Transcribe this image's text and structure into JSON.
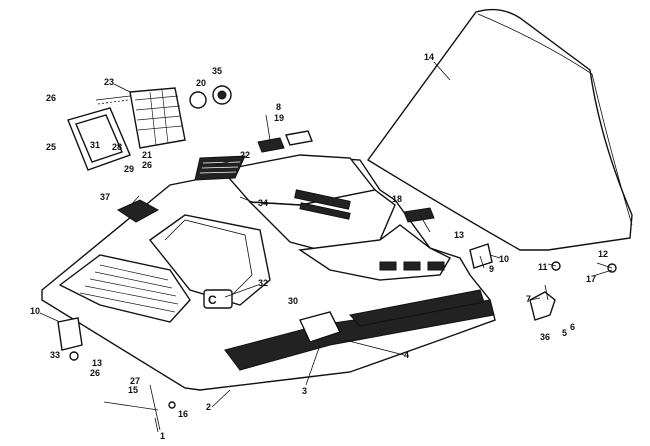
{
  "diagram": {
    "callouts": [
      {
        "id": "c1",
        "text": "1"
      },
      {
        "id": "c2",
        "text": "2"
      },
      {
        "id": "c3",
        "text": "3"
      },
      {
        "id": "c4",
        "text": "4"
      },
      {
        "id": "c5",
        "text": "5"
      },
      {
        "id": "c6",
        "text": "6"
      },
      {
        "id": "c7",
        "text": "7"
      },
      {
        "id": "c8",
        "text": "8"
      },
      {
        "id": "c9",
        "text": "9"
      },
      {
        "id": "c10a",
        "text": "10"
      },
      {
        "id": "c10b",
        "text": "10"
      },
      {
        "id": "c11",
        "text": "11"
      },
      {
        "id": "c12",
        "text": "12"
      },
      {
        "id": "c13a",
        "text": "13"
      },
      {
        "id": "c13b",
        "text": "13"
      },
      {
        "id": "c14",
        "text": "14"
      },
      {
        "id": "c15",
        "text": "15"
      },
      {
        "id": "c16",
        "text": "16"
      },
      {
        "id": "c17",
        "text": "17"
      },
      {
        "id": "c18",
        "text": "18"
      },
      {
        "id": "c19",
        "text": "19"
      },
      {
        "id": "c20",
        "text": "20"
      },
      {
        "id": "c21",
        "text": "21"
      },
      {
        "id": "c22",
        "text": "22"
      },
      {
        "id": "c23",
        "text": "23"
      },
      {
        "id": "c25",
        "text": "25"
      },
      {
        "id": "c26a",
        "text": "26"
      },
      {
        "id": "c26b",
        "text": "26"
      },
      {
        "id": "c26c",
        "text": "26"
      },
      {
        "id": "c27",
        "text": "27"
      },
      {
        "id": "c28",
        "text": "28"
      },
      {
        "id": "c29",
        "text": "29"
      },
      {
        "id": "c30",
        "text": "30"
      },
      {
        "id": "c31",
        "text": "31"
      },
      {
        "id": "c32",
        "text": "32"
      },
      {
        "id": "c33",
        "text": "33"
      },
      {
        "id": "c34",
        "text": "34"
      },
      {
        "id": "c35",
        "text": "35"
      },
      {
        "id": "c36",
        "text": "36"
      },
      {
        "id": "c37",
        "text": "37"
      }
    ]
  }
}
